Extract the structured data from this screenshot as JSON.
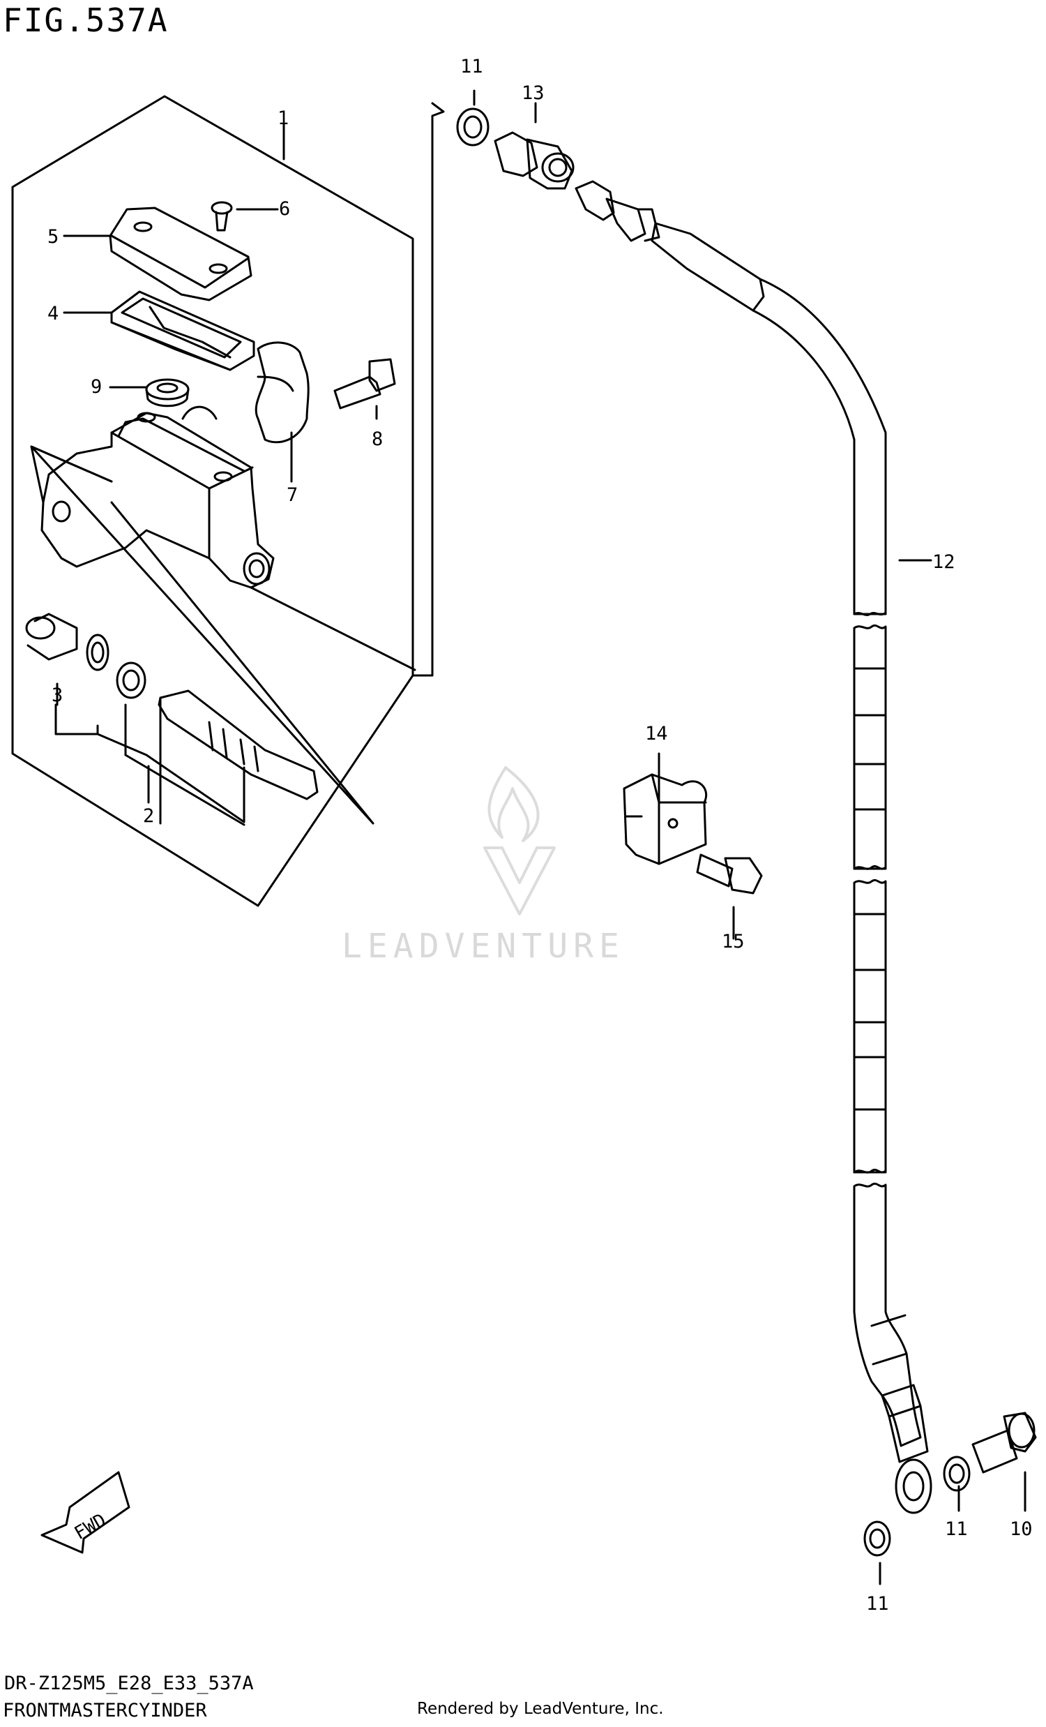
{
  "figure": {
    "title": "FIG.537A",
    "model_code": "DR-Z125M5_E28_E33_537A",
    "caption": "FRONTMASTERCYINDER",
    "rendered_by": "Rendered by LeadVenture, Inc."
  },
  "watermark": {
    "text": "LEADVENTURE",
    "logo_icon": "flame-v-logo-icon"
  },
  "fwd_arrow": {
    "label": "FWD"
  },
  "callouts": [
    {
      "id": "callout-1",
      "label": "1"
    },
    {
      "id": "callout-2",
      "label": "2"
    },
    {
      "id": "callout-3",
      "label": "3"
    },
    {
      "id": "callout-4",
      "label": "4"
    },
    {
      "id": "callout-5",
      "label": "5"
    },
    {
      "id": "callout-6",
      "label": "6"
    },
    {
      "id": "callout-7",
      "label": "7"
    },
    {
      "id": "callout-8",
      "label": "8"
    },
    {
      "id": "callout-9",
      "label": "9"
    },
    {
      "id": "callout-10",
      "label": "10"
    },
    {
      "id": "callout-11-top",
      "label": "11"
    },
    {
      "id": "callout-11-mid",
      "label": "11"
    },
    {
      "id": "callout-11-bottom",
      "label": "11"
    },
    {
      "id": "callout-12",
      "label": "12"
    },
    {
      "id": "callout-13",
      "label": "13"
    },
    {
      "id": "callout-14",
      "label": "14"
    },
    {
      "id": "callout-15",
      "label": "15"
    }
  ],
  "colors": {
    "line": "#000000",
    "background": "#ffffff",
    "watermark": "#d8d8d8"
  }
}
